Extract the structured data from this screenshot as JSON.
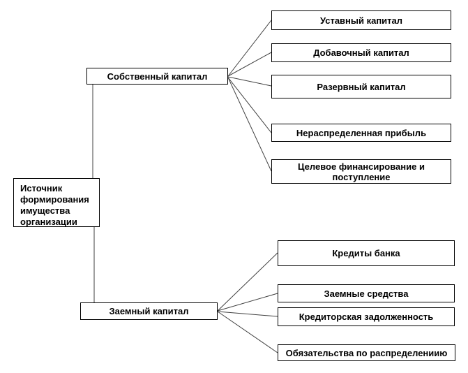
{
  "diagram": {
    "root": {
      "label": "Источник формирования имущества организации"
    },
    "own": {
      "label": "Собственный капитал",
      "children": [
        {
          "label": "Уставный капитал"
        },
        {
          "label": "Добавочный капитал"
        },
        {
          "label": "Разервный капитал"
        },
        {
          "label": "Нераспределенная прибыль"
        },
        {
          "label": "Целевое финансирование и поступление"
        }
      ]
    },
    "borrowed": {
      "label": "Заемный капитал",
      "children": [
        {
          "label": "Кредиты банка"
        },
        {
          "label": "Заемные средства"
        },
        {
          "label": "Кредиторская задолженность"
        },
        {
          "label": "Обязательства по распределениию"
        }
      ]
    }
  },
  "colors": {
    "page_background": "#ffffff",
    "box_background": "#ffffff",
    "box_border": "#000000",
    "connector": "#404040",
    "text": "#000000"
  }
}
